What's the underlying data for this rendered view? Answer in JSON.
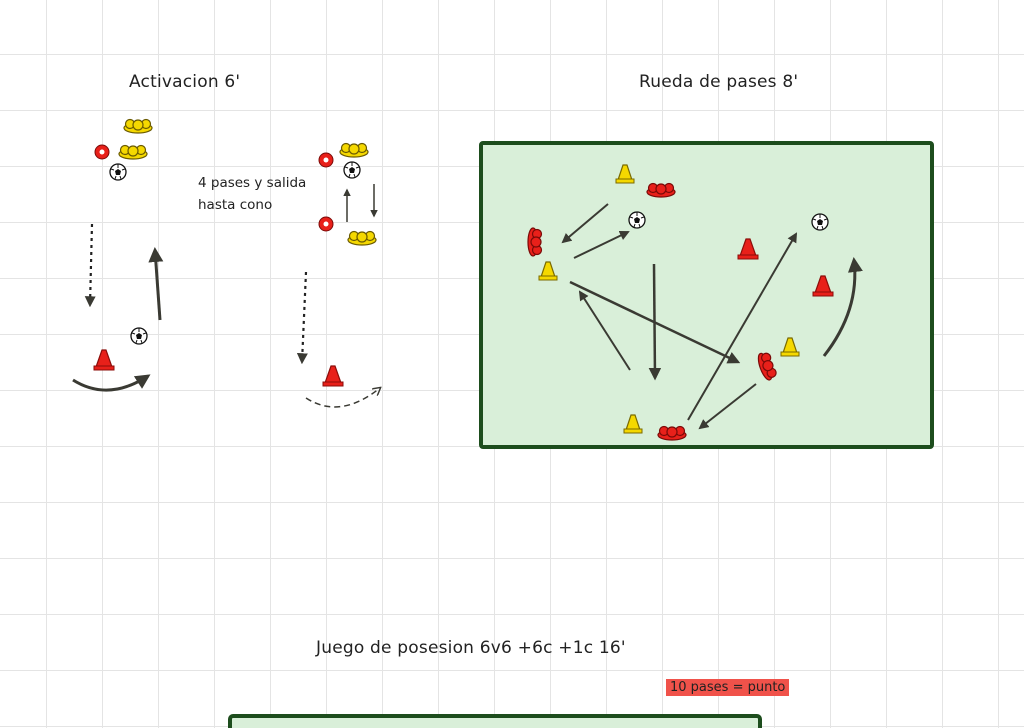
{
  "sections": {
    "activacion": {
      "title": "Activacion 6'",
      "note": "4 pases y salida hasta cono"
    },
    "rueda": {
      "title": "Rueda de pases 8'"
    },
    "juego": {
      "title": "Juego de posesion 6v6 +6c +1c   16'",
      "badge": "10 pases = punto"
    }
  },
  "colors": {
    "field_fill": "#d9efd9",
    "field_border": "#1d4d1d",
    "cone_red": "#e8201a",
    "cone_yellow": "#f5d800",
    "player_red": "#e8201a",
    "player_yellow": "#f5d800",
    "arrow": "#3a3a33",
    "badge": "#f0524a"
  },
  "icons": [
    "cone-icon",
    "player-icon",
    "ball-icon",
    "marker-disc-icon",
    "arrow-icon"
  ]
}
